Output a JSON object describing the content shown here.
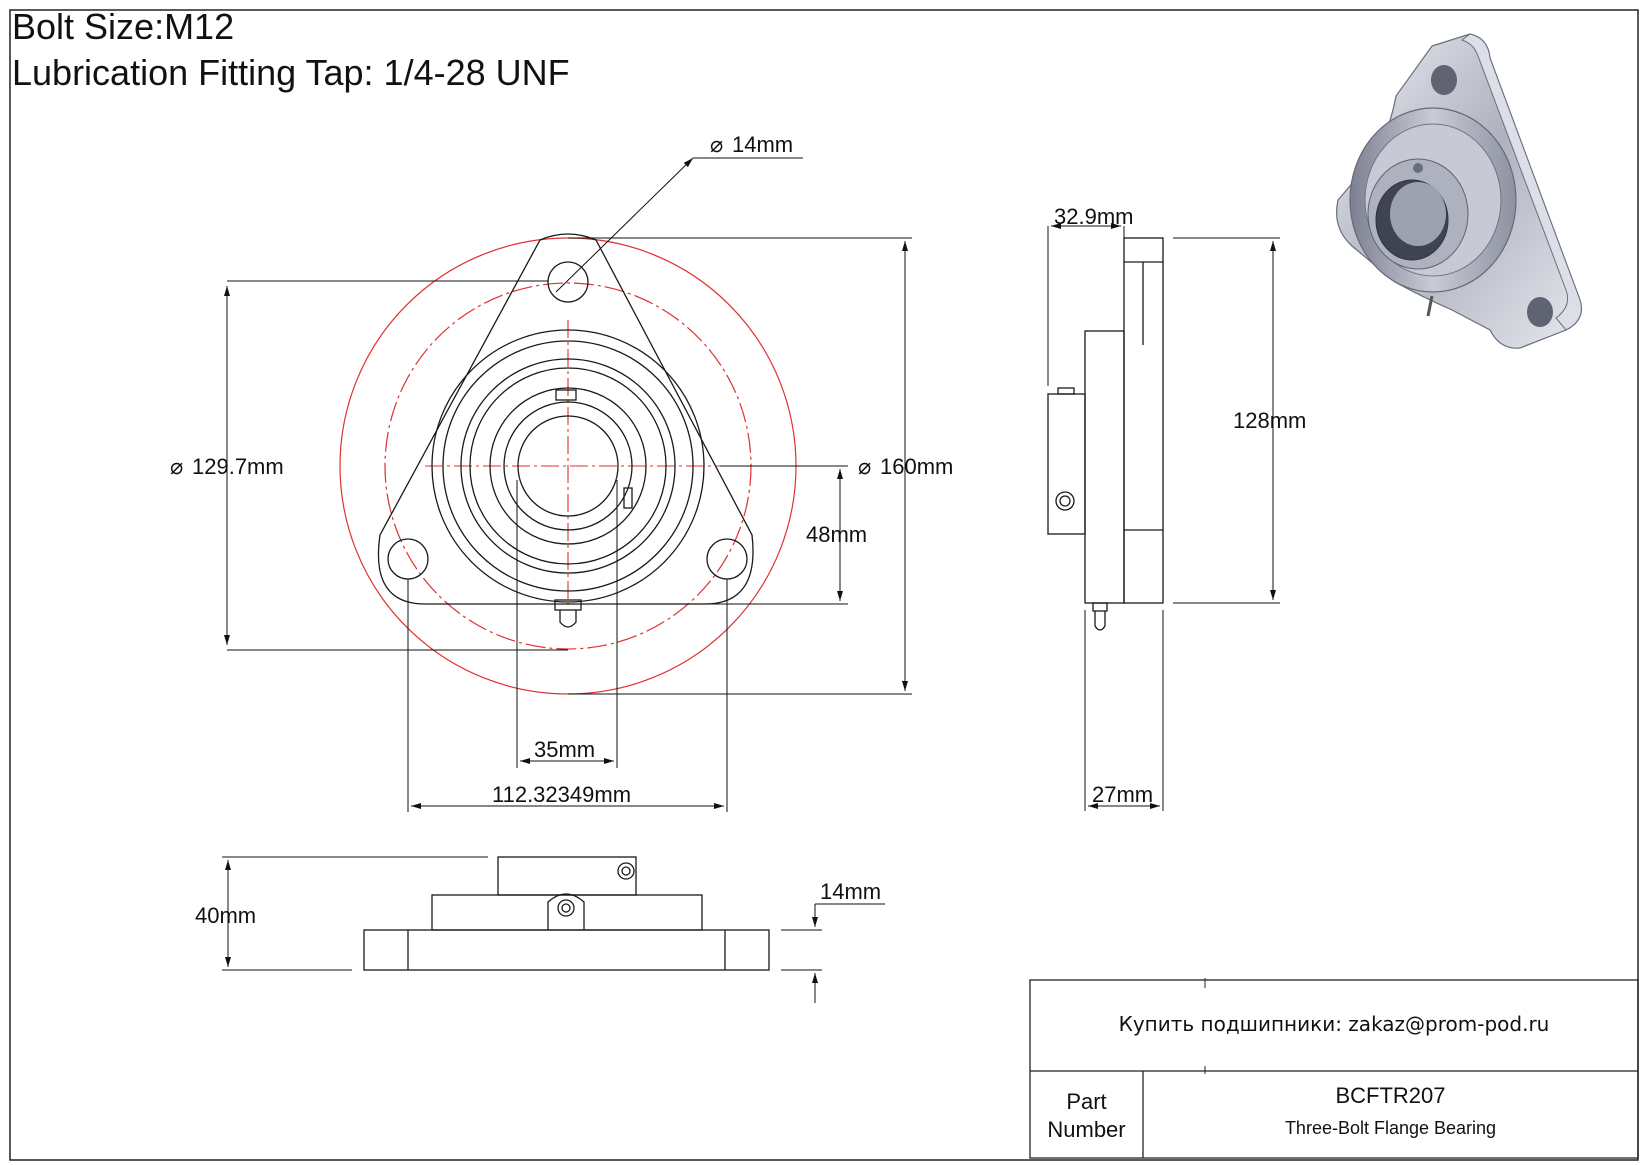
{
  "header": {
    "bolt_size": "Bolt Size:M12",
    "lubrication_tap": "Lubrication Fitting Tap: 1/4-28 UNF"
  },
  "dimensions": {
    "bolt_hole_diameter": "14mm",
    "bolt_circle_diameter": "129.7mm",
    "outer_diameter": "160mm",
    "center_to_base": "48mm",
    "bore": "35mm",
    "bolt_spacing": "112.32349mm",
    "side_top_offset": "32.9mm",
    "side_height": "128mm",
    "side_width": "27mm",
    "bottom_height": "40mm",
    "flange_thickness": "14mm"
  },
  "diameter_symbol": "⌀",
  "title_block": {
    "contact": "Купить подшипники: zakaz@prom-pod.ru",
    "part_label": [
      "Part",
      "Number"
    ],
    "part_number": "BCFTR207",
    "description": "Three-Bolt Flange Bearing"
  },
  "colors": {
    "line": "#1a1a1a",
    "center_line": "#e03030",
    "part_metal": "#a8acb8"
  }
}
